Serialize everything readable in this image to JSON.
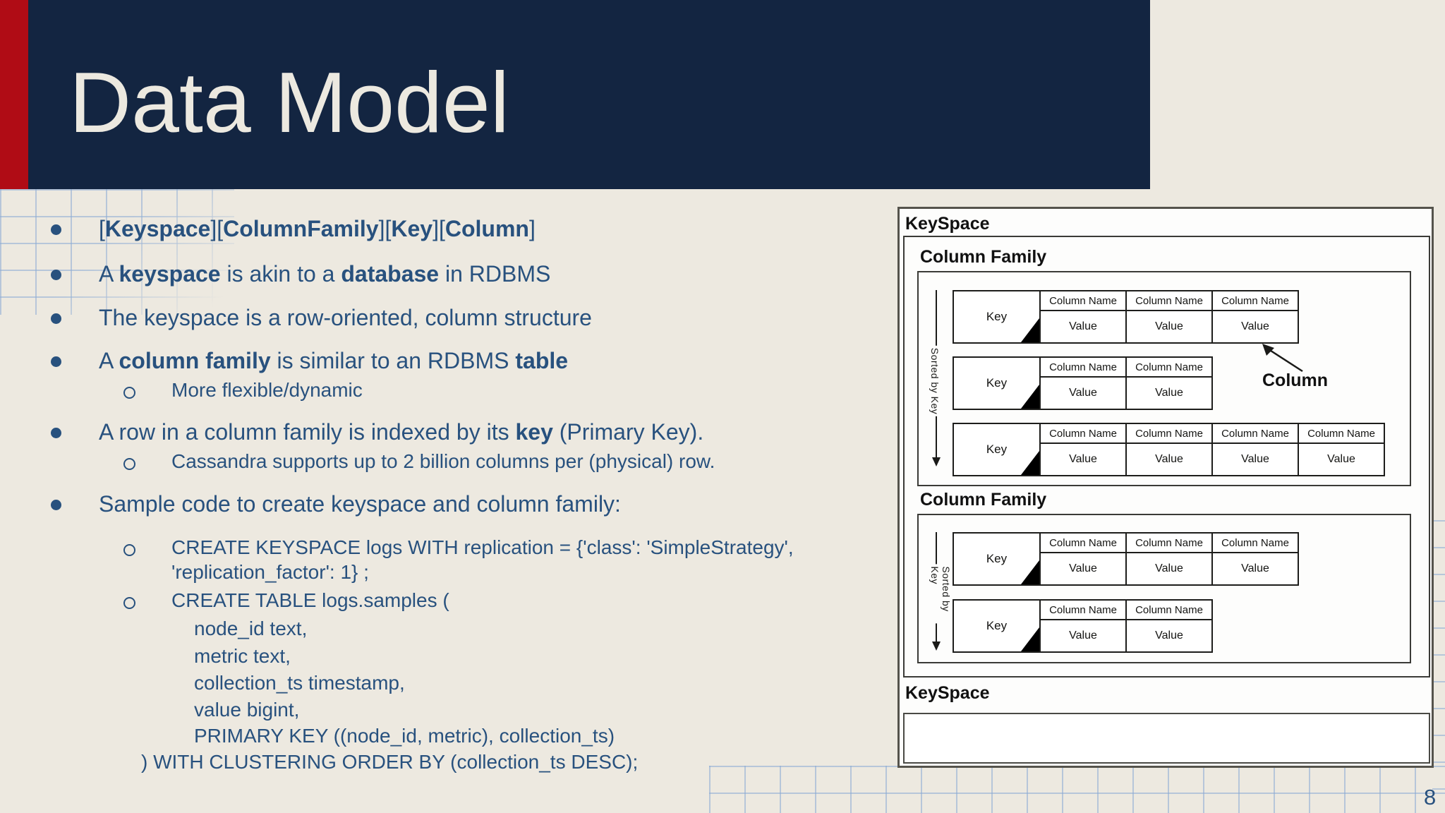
{
  "slide": {
    "title": "Data Model",
    "page_number": "8"
  },
  "colors": {
    "header_bg": "#132541",
    "accent_red": "#b00c15",
    "background": "#ede9e0",
    "text_blue": "#28517e",
    "title_text": "#ece9e0",
    "grid_line": "#8aaad4"
  },
  "content": {
    "lines": [
      {
        "marker": "disc",
        "level": 1,
        "segments": [
          {
            "text": "[",
            "bold": false
          },
          {
            "text": "Keyspace",
            "bold": true
          },
          {
            "text": "][",
            "bold": false
          },
          {
            "text": "ColumnFamily",
            "bold": true
          },
          {
            "text": "][",
            "bold": false
          },
          {
            "text": "Key",
            "bold": true
          },
          {
            "text": "][",
            "bold": false
          },
          {
            "text": "Column",
            "bold": true
          },
          {
            "text": "]",
            "bold": false
          }
        ]
      },
      {
        "marker": "disc",
        "level": 1,
        "segments": [
          {
            "text": "A ",
            "bold": false
          },
          {
            "text": "keyspace",
            "bold": true
          },
          {
            "text": " is akin to a ",
            "bold": false
          },
          {
            "text": "database",
            "bold": true
          },
          {
            "text": " in RDBMS",
            "bold": false
          }
        ]
      },
      {
        "marker": "disc",
        "level": 1,
        "segments": [
          {
            "text": "The keyspace is a row-oriented, column structure",
            "bold": false
          }
        ]
      },
      {
        "marker": "disc",
        "level": 1,
        "segments": [
          {
            "text": "A ",
            "bold": false
          },
          {
            "text": "column family",
            "bold": true
          },
          {
            "text": " is similar to an RDBMS ",
            "bold": false
          },
          {
            "text": "table",
            "bold": true
          }
        ]
      },
      {
        "marker": "circle",
        "level": 2,
        "segments": [
          {
            "text": "More flexible/dynamic",
            "bold": false
          }
        ]
      },
      {
        "marker": "disc",
        "level": 1,
        "segments": [
          {
            "text": "A row in a column family is indexed by its ",
            "bold": false
          },
          {
            "text": "key",
            "bold": true
          },
          {
            "text": " (Primary Key).",
            "bold": false
          }
        ]
      },
      {
        "marker": "circle",
        "level": 2,
        "segments": [
          {
            "text": "Cassandra supports up to 2 billion columns per (physical) row.",
            "bold": false
          }
        ]
      },
      {
        "marker": "disc",
        "level": 1,
        "segments": [
          {
            "text": "Sample code to create keyspace and column family:",
            "bold": false
          }
        ]
      },
      {
        "marker": "circle",
        "level": 2,
        "segments": [
          {
            "text": "CREATE KEYSPACE logs WITH replication = {'class': 'SimpleStrategy',",
            "bold": false
          }
        ]
      },
      {
        "marker": "none",
        "level": 2,
        "segments": [
          {
            "text": "'replication_factor': 1} ;",
            "bold": false
          }
        ]
      },
      {
        "marker": "circle",
        "level": 2,
        "segments": [
          {
            "text": "CREATE TABLE logs.samples (",
            "bold": false
          }
        ]
      },
      {
        "marker": "none",
        "level": 3,
        "segments": [
          {
            "text": "node_id text,",
            "bold": false
          }
        ]
      },
      {
        "marker": "none",
        "level": 3,
        "segments": [
          {
            "text": "metric text,",
            "bold": false
          }
        ]
      },
      {
        "marker": "none",
        "level": 3,
        "segments": [
          {
            "text": "collection_ts timestamp,",
            "bold": false
          }
        ]
      },
      {
        "marker": "none",
        "level": 3,
        "segments": [
          {
            "text": "value bigint,",
            "bold": false
          }
        ]
      },
      {
        "marker": "none",
        "level": 3,
        "segments": [
          {
            "text": "PRIMARY KEY ((node_id, metric), collection_ts)",
            "bold": false
          }
        ]
      },
      {
        "marker": "none",
        "level": 4,
        "segments": [
          {
            "text": ") WITH CLUSTERING ORDER BY (collection_ts DESC);",
            "bold": false
          }
        ]
      }
    ]
  },
  "diagram": {
    "keyspace_label_top": "KeySpace",
    "keyspace_label_bottom": "KeySpace",
    "sorted_by_key_label": "Sorted by Key",
    "column_annotation": "Column",
    "cell_labels": {
      "key": "Key",
      "column_name": "Column Name",
      "value": "Value"
    },
    "families": [
      {
        "label": "Column Family",
        "rows": [
          {
            "columns": 3
          },
          {
            "columns": 2
          },
          {
            "columns": 4
          }
        ]
      },
      {
        "label": "Column Family",
        "rows": [
          {
            "columns": 3
          },
          {
            "columns": 2
          }
        ]
      }
    ]
  }
}
